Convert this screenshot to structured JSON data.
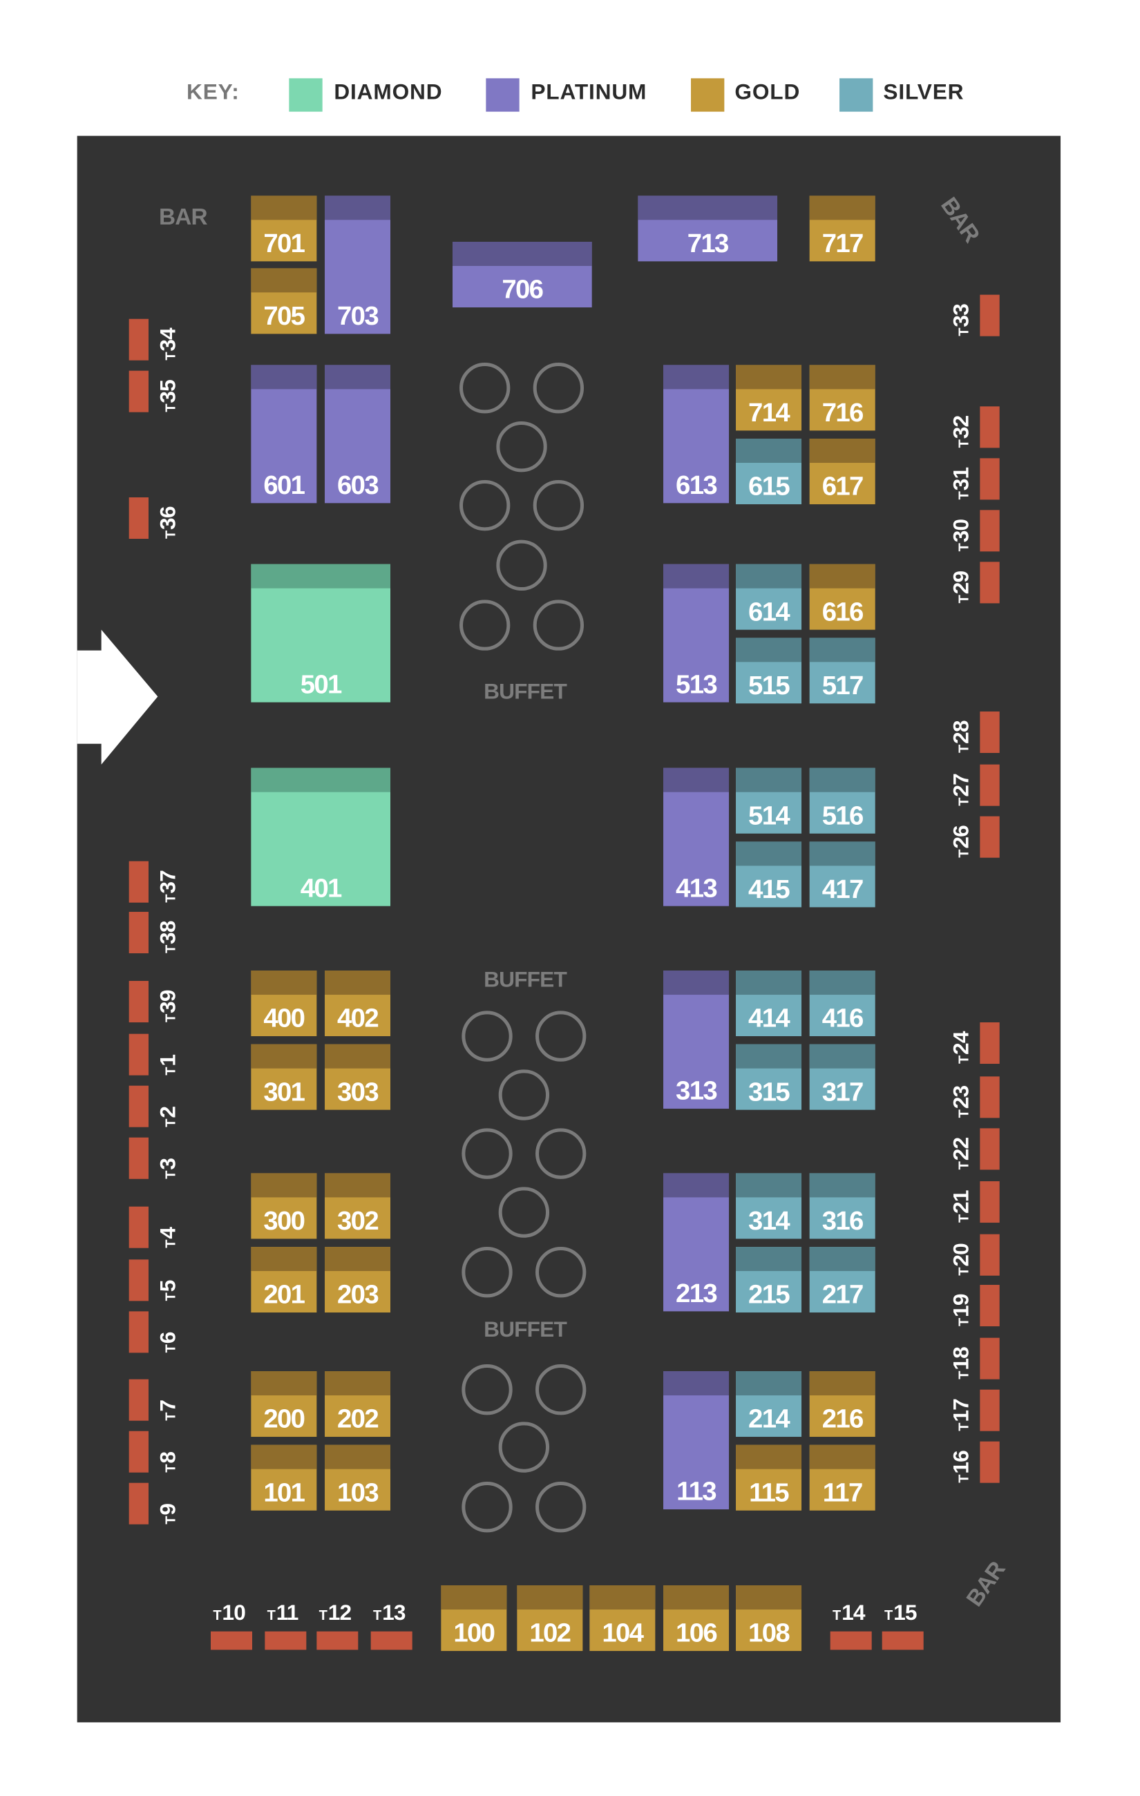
{
  "key": {
    "title": "KEY:",
    "tiers": [
      {
        "id": "diamond",
        "label": "DIAMOND",
        "color": "#7dd8b0",
        "shade": "#5ea88a"
      },
      {
        "id": "platinum",
        "label": "PLATINUM",
        "color": "#8078c4",
        "shade": "#5d578e"
      },
      {
        "id": "gold",
        "label": "GOLD",
        "color": "#c49a3a",
        "shade": "#8f6d2c"
      },
      {
        "id": "silver",
        "label": "SILVER",
        "color": "#72aebc",
        "shade": "#53808a"
      }
    ]
  },
  "small_table_color": "#c4553d",
  "bars": [
    "BAR",
    "BAR",
    "BAR"
  ],
  "buffets": [
    "BUFFET",
    "BUFFET",
    "BUFFET"
  ],
  "booths": [
    {
      "label": "701",
      "tier": "gold"
    },
    {
      "label": "705",
      "tier": "gold"
    },
    {
      "label": "703",
      "tier": "platinum"
    },
    {
      "label": "706",
      "tier": "platinum"
    },
    {
      "label": "713",
      "tier": "platinum"
    },
    {
      "label": "717",
      "tier": "gold"
    },
    {
      "label": "601",
      "tier": "platinum"
    },
    {
      "label": "603",
      "tier": "platinum"
    },
    {
      "label": "613",
      "tier": "platinum"
    },
    {
      "label": "714",
      "tier": "gold"
    },
    {
      "label": "716",
      "tier": "gold"
    },
    {
      "label": "615",
      "tier": "silver"
    },
    {
      "label": "617",
      "tier": "gold"
    },
    {
      "label": "501",
      "tier": "diamond"
    },
    {
      "label": "513",
      "tier": "platinum"
    },
    {
      "label": "614",
      "tier": "silver"
    },
    {
      "label": "616",
      "tier": "gold"
    },
    {
      "label": "515",
      "tier": "silver"
    },
    {
      "label": "517",
      "tier": "silver"
    },
    {
      "label": "401",
      "tier": "diamond"
    },
    {
      "label": "413",
      "tier": "platinum"
    },
    {
      "label": "514",
      "tier": "silver"
    },
    {
      "label": "516",
      "tier": "silver"
    },
    {
      "label": "415",
      "tier": "silver"
    },
    {
      "label": "417",
      "tier": "silver"
    },
    {
      "label": "400",
      "tier": "gold"
    },
    {
      "label": "402",
      "tier": "gold"
    },
    {
      "label": "301",
      "tier": "gold"
    },
    {
      "label": "303",
      "tier": "gold"
    },
    {
      "label": "313",
      "tier": "platinum"
    },
    {
      "label": "414",
      "tier": "silver"
    },
    {
      "label": "416",
      "tier": "silver"
    },
    {
      "label": "315",
      "tier": "silver"
    },
    {
      "label": "317",
      "tier": "silver"
    },
    {
      "label": "300",
      "tier": "gold"
    },
    {
      "label": "302",
      "tier": "gold"
    },
    {
      "label": "201",
      "tier": "gold"
    },
    {
      "label": "203",
      "tier": "gold"
    },
    {
      "label": "213",
      "tier": "platinum"
    },
    {
      "label": "314",
      "tier": "silver"
    },
    {
      "label": "316",
      "tier": "silver"
    },
    {
      "label": "215",
      "tier": "silver"
    },
    {
      "label": "217",
      "tier": "silver"
    },
    {
      "label": "200",
      "tier": "gold"
    },
    {
      "label": "202",
      "tier": "gold"
    },
    {
      "label": "101",
      "tier": "gold"
    },
    {
      "label": "103",
      "tier": "gold"
    },
    {
      "label": "113",
      "tier": "platinum"
    },
    {
      "label": "214",
      "tier": "silver"
    },
    {
      "label": "216",
      "tier": "gold"
    },
    {
      "label": "115",
      "tier": "gold"
    },
    {
      "label": "117",
      "tier": "gold"
    },
    {
      "label": "100",
      "tier": "gold"
    },
    {
      "label": "102",
      "tier": "gold"
    },
    {
      "label": "104",
      "tier": "gold"
    },
    {
      "label": "106",
      "tier": "gold"
    },
    {
      "label": "108",
      "tier": "gold"
    }
  ],
  "small_tables": [
    {
      "prefix": "T",
      "num": "34"
    },
    {
      "prefix": "T",
      "num": "35"
    },
    {
      "prefix": "T",
      "num": "36"
    },
    {
      "prefix": "T",
      "num": "37"
    },
    {
      "prefix": "T",
      "num": "38"
    },
    {
      "prefix": "T",
      "num": "39"
    },
    {
      "prefix": "T",
      "num": "1"
    },
    {
      "prefix": "T",
      "num": "2"
    },
    {
      "prefix": "T",
      "num": "3"
    },
    {
      "prefix": "T",
      "num": "4"
    },
    {
      "prefix": "T",
      "num": "5"
    },
    {
      "prefix": "T",
      "num": "6"
    },
    {
      "prefix": "T",
      "num": "7"
    },
    {
      "prefix": "T",
      "num": "8"
    },
    {
      "prefix": "T",
      "num": "9"
    },
    {
      "prefix": "T",
      "num": "33"
    },
    {
      "prefix": "T",
      "num": "32"
    },
    {
      "prefix": "T",
      "num": "31"
    },
    {
      "prefix": "T",
      "num": "30"
    },
    {
      "prefix": "T",
      "num": "29"
    },
    {
      "prefix": "T",
      "num": "28"
    },
    {
      "prefix": "T",
      "num": "27"
    },
    {
      "prefix": "T",
      "num": "26"
    },
    {
      "prefix": "T",
      "num": "24"
    },
    {
      "prefix": "T",
      "num": "23"
    },
    {
      "prefix": "T",
      "num": "22"
    },
    {
      "prefix": "T",
      "num": "21"
    },
    {
      "prefix": "T",
      "num": "20"
    },
    {
      "prefix": "T",
      "num": "19"
    },
    {
      "prefix": "T",
      "num": "18"
    },
    {
      "prefix": "T",
      "num": "17"
    },
    {
      "prefix": "T",
      "num": "16"
    },
    {
      "prefix": "T",
      "num": "10"
    },
    {
      "prefix": "T",
      "num": "11"
    },
    {
      "prefix": "T",
      "num": "12"
    },
    {
      "prefix": "T",
      "num": "13"
    },
    {
      "prefix": "T",
      "num": "14"
    },
    {
      "prefix": "T",
      "num": "15"
    }
  ]
}
